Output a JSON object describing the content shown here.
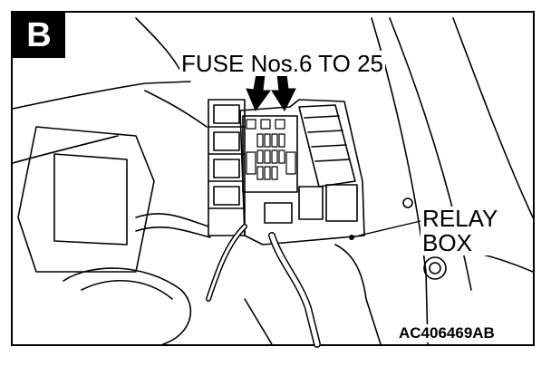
{
  "badge": "B",
  "labels": {
    "fuse": "FUSE Nos.6 TO 25",
    "relay_line1": "RELAY",
    "relay_line2": "BOX",
    "figure_code": "AC406469AB"
  },
  "colors": {
    "ink": "#000000",
    "paper": "#ffffff"
  }
}
